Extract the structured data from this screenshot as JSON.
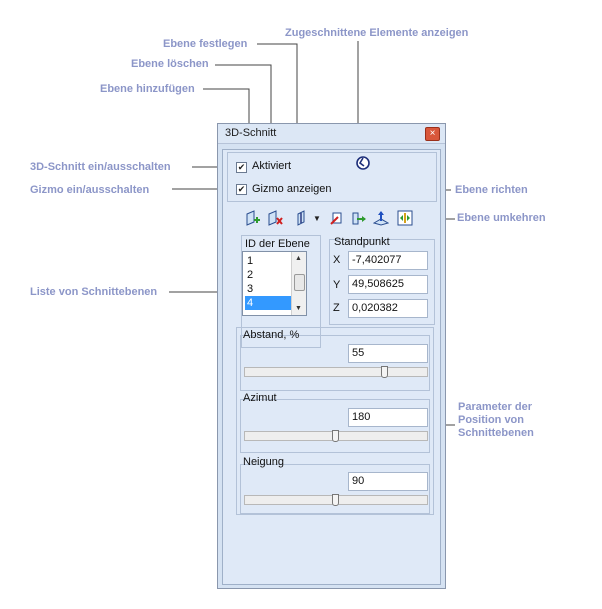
{
  "callouts": {
    "zugeschnittene": "Zugeschnittene Elemente anzeigen",
    "festlegen": "Ebene festlegen",
    "loeschen": "Ebene löschen",
    "hinzufuegen": "Ebene hinzufügen",
    "schnitt_toggle": "3D-Schnitt ein/ausschalten",
    "gizmo_toggle": "Gizmo ein/ausschalten",
    "richten": "Ebene richten",
    "umkehren": "Ebene umkehren",
    "liste": "Liste von Schnittebenen",
    "parameter": "Parameter der Position von Schnittebenen"
  },
  "window": {
    "title": "3D-Schnitt",
    "close": "×"
  },
  "checkboxes": {
    "aktiviert": {
      "label": "Aktiviert",
      "checked": true
    },
    "gizmo": {
      "label": "Gizmo anzeigen",
      "checked": true
    }
  },
  "icons": {
    "show_clipped": "clipped-elements-icon",
    "add_plane": "add-plane-icon",
    "delete_plane": "delete-plane-icon",
    "set_plane": "set-plane-icon",
    "align_plane": "align-plane-icon",
    "invert_plane": "invert-plane-icon"
  },
  "list": {
    "header": "ID der Ebene",
    "items": [
      "1",
      "2",
      "3",
      "4"
    ],
    "selected": "4"
  },
  "standpunkt": {
    "header": "Standpunkt",
    "x_label": "X",
    "x_value": "-7,402077",
    "y_label": "Y",
    "y_value": "49,508625",
    "z_label": "Z",
    "z_value": "0,020382"
  },
  "abstand": {
    "label": "Abstand, %",
    "value": "55"
  },
  "azimut": {
    "label": "Azimut",
    "value": "180"
  },
  "neigung": {
    "label": "Neigung",
    "value": "90"
  },
  "colors": {
    "callout": "#8c96c8",
    "selection": "#3399ff",
    "close": "#d9573b"
  }
}
